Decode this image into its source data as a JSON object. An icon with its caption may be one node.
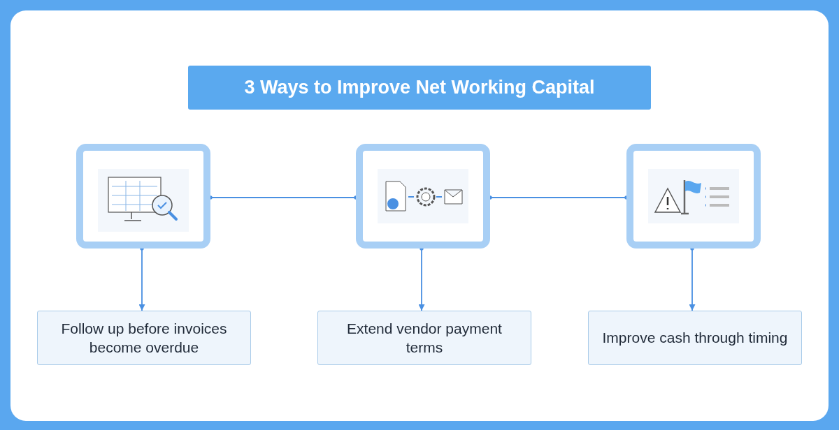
{
  "diagram": {
    "title": "3 Ways to Improve Net Working Capital",
    "nodes": [
      {
        "text": [],
        "shape": "picture"
      },
      {
        "text": [],
        "shape": "picture"
      },
      {
        "text": [],
        "shape": "picture"
      },
      {
        "text": [
          "Follow up before invoices become overdue"
        ]
      },
      {
        "text": [
          "Extend vendor payment terms"
        ]
      },
      {
        "text": [
          "Improve cash through timing"
        ]
      }
    ],
    "edges": [
      {
        "from": 0,
        "to": 1,
        "arrow": "other"
      },
      {
        "from": 1,
        "to": 2,
        "arrow": "other"
      },
      {
        "from": 0,
        "to": 3,
        "arrow": "to"
      },
      {
        "from": 1,
        "to": 4,
        "arrow": "to"
      },
      {
        "from": 2,
        "to": 5,
        "arrow": "to"
      }
    ]
  }
}
